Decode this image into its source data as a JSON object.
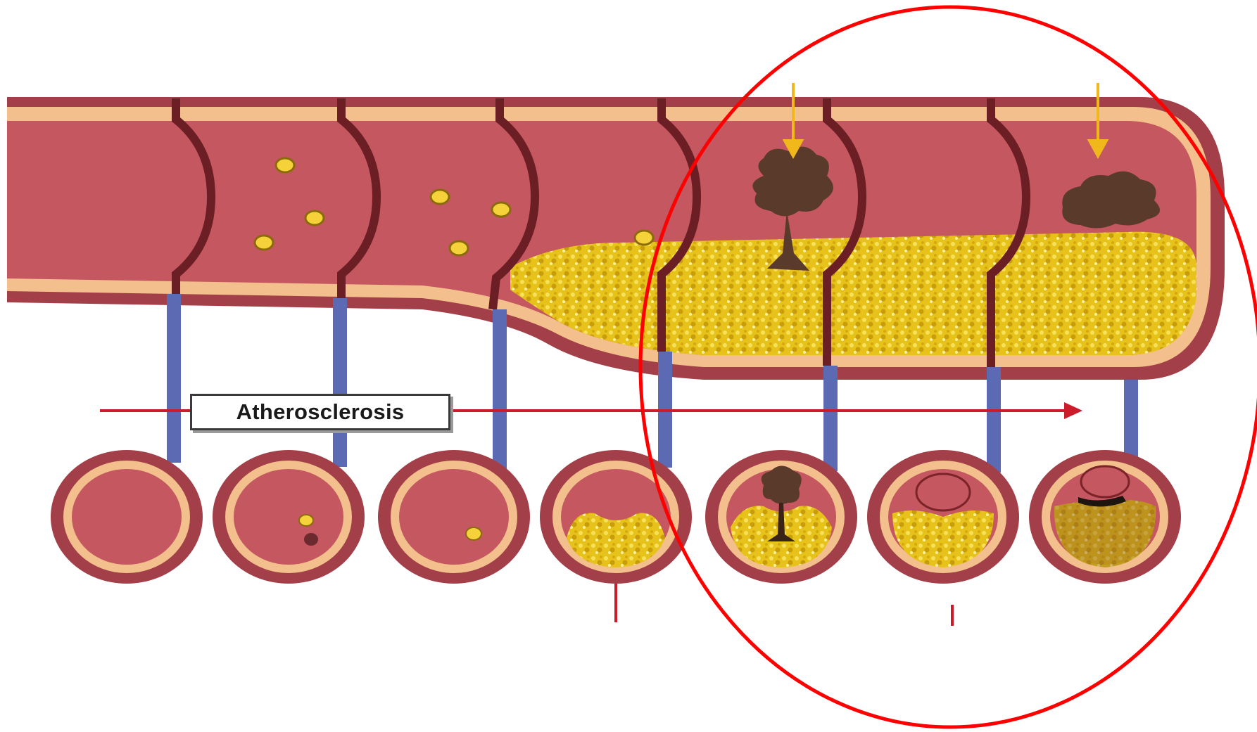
{
  "label": "Atherosclerosis",
  "stages": [
    {
      "lumen_open": 1.0,
      "foam_cells": 0,
      "plaque": 0,
      "clot": false
    },
    {
      "lumen_open": 1.0,
      "foam_cells": 2,
      "plaque": 0,
      "clot": false
    },
    {
      "lumen_open": 1.0,
      "foam_cells": 1,
      "plaque": 0,
      "clot": false
    },
    {
      "lumen_open": 0.62,
      "foam_cells": 0,
      "plaque": 1,
      "clot": false
    },
    {
      "lumen_open": 0.55,
      "foam_cells": 0,
      "plaque": 1,
      "clot": true
    },
    {
      "lumen_open": 0.45,
      "foam_cells": 0,
      "plaque": 1,
      "clot": false
    },
    {
      "lumen_open": 0.38,
      "foam_cells": 0,
      "plaque": 1,
      "clot": true
    }
  ],
  "colors": {
    "artery_wall": "#b84a52",
    "artery_wall_dark": "#7a2328",
    "artery_interior": "#c75d63",
    "intima": "#f3bf8c",
    "plaque": "#e8c51c",
    "plaque_dark": "#b89208",
    "clot": "#5a3a2a",
    "connector": "#5c6ab4",
    "timeline_arrow": "#cc1b2b",
    "highlight_circle": "#ff0000",
    "indicator_arrow": "#f0b81a"
  }
}
